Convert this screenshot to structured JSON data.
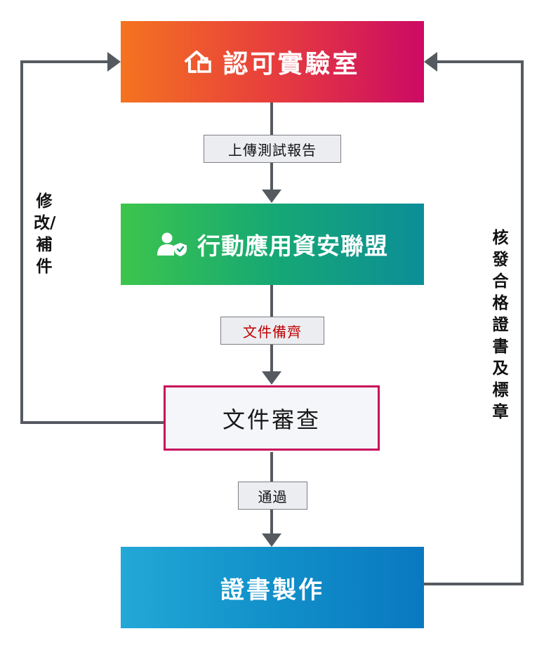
{
  "nodes": {
    "lab": {
      "label": "認可實驗室",
      "icon": "house-lab-icon"
    },
    "alliance": {
      "label": "行動應用資安聯盟",
      "icon": "user-shield-icon"
    },
    "review": {
      "label": "文件審查"
    },
    "cert": {
      "label": "證書製作"
    }
  },
  "edges": {
    "upload": {
      "label": "上傳測試報告"
    },
    "docs": {
      "label": "文件備齊"
    },
    "pass": {
      "label": "通過"
    },
    "revise": {
      "label": "修改/補件"
    },
    "issue": {
      "label": "核發合格證書及標章"
    }
  },
  "colors": {
    "connector": "#555a60",
    "review_border": "#c8105c",
    "docs_label_text": "#c00000"
  }
}
